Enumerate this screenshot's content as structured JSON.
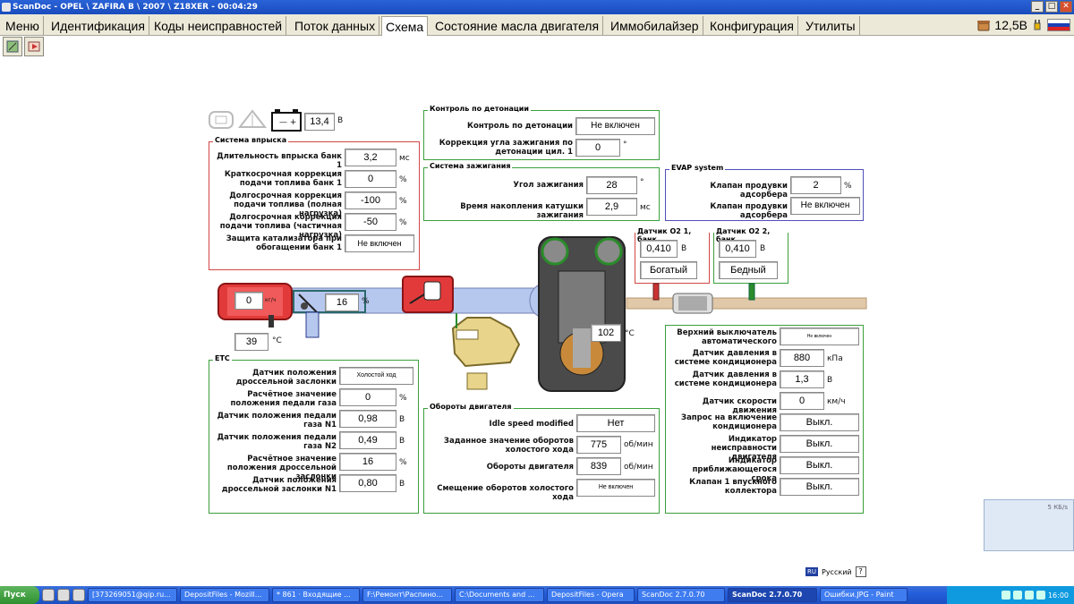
{
  "window": {
    "title": "ScanDoc - OPEL \\ ZAFIRA B \\ 2007 \\ Z18XER - 00:04:29"
  },
  "menu": {
    "tabs": [
      "Меню",
      "Идентификация",
      "Коды неисправностей",
      "Поток данных",
      "Схема",
      "Состояние масла двигателя",
      "Иммобилайзер",
      "Конфигурация",
      "Утилиты"
    ],
    "active_tab": "Схема"
  },
  "status": {
    "voltage": "12,5В"
  },
  "top": {
    "battery_voltage": "13,4",
    "battery_unit": "В"
  },
  "injection": {
    "title": "Система впрыска",
    "rows": [
      {
        "label": "Длительность впрыска банк 1",
        "value": "3,2",
        "unit": "мс"
      },
      {
        "label": "Краткосрочная коррекция подачи топлива банк 1",
        "value": "0",
        "unit": "%"
      },
      {
        "label": "Долгосрочная коррекция подачи топлива (полная нагрузка)",
        "value": "-100",
        "unit": "%"
      },
      {
        "label": "Долгосрочная коррекция подачи топлива (частичная нагрузка)",
        "value": "-50",
        "unit": "%"
      },
      {
        "label": "Защита катализатора при обогащении банк 1",
        "value": "Не включен",
        "unit": ""
      }
    ]
  },
  "knock": {
    "title": "Контроль по детонации",
    "rows": [
      {
        "label": "Контроль по детонации",
        "value": "Не включен",
        "unit": ""
      },
      {
        "label": "Коррекция угла зажигания по детонации цил. 1",
        "value": "0",
        "unit": "°"
      }
    ]
  },
  "ignition": {
    "title": "Система зажигания",
    "rows": [
      {
        "label": "Угол зажигания",
        "value": "28",
        "unit": "°"
      },
      {
        "label": "Время накопления катушки зажигания",
        "value": "2,9",
        "unit": "мс"
      }
    ]
  },
  "evap": {
    "title": "EVAP system",
    "rows": [
      {
        "label": "Клапан продувки адсорбера",
        "value": "2",
        "unit": "%"
      },
      {
        "label": "Клапан продувки адсорбера",
        "value": "Не включен",
        "unit": ""
      }
    ]
  },
  "o2_1": {
    "title": "Датчик O2 1, банк",
    "value": "0,410",
    "unit": "В",
    "status": "Богатый"
  },
  "o2_2": {
    "title": "Датчик O2 2, банк",
    "value": "0,410",
    "unit": "В",
    "status": "Бедный"
  },
  "airflow": {
    "value": "0",
    "unit": "кг/ч"
  },
  "intake_temp": {
    "value": "39",
    "unit": "°С"
  },
  "throttle": {
    "value": "16",
    "unit": "%"
  },
  "coolant": {
    "value": "102",
    "unit": "°С"
  },
  "etc": {
    "title": "ETC",
    "rows": [
      {
        "label": "Датчик положения дроссельной заслонки",
        "value": "Холостой ход",
        "unit": ""
      },
      {
        "label": "Расчётное значение положения педали газа",
        "value": "0",
        "unit": "%"
      },
      {
        "label": "Датчик положения педали газа N1",
        "value": "0,98",
        "unit": "В"
      },
      {
        "label": "Датчик положения педали газа N2",
        "value": "0,49",
        "unit": "В"
      },
      {
        "label": "Расчётное значение положения дроссельной заслонки",
        "value": "16",
        "unit": "%"
      },
      {
        "label": "Датчик положения дроссельной заслонки N1",
        "value": "0,80",
        "unit": "В"
      }
    ]
  },
  "rpm": {
    "title": "Обороты двигателя",
    "rows": [
      {
        "label": "Idle speed modified",
        "value": "Нет",
        "unit": ""
      },
      {
        "label": "Заданное значение оборотов холостого хода",
        "value": "775",
        "unit": "об/мин"
      },
      {
        "label": "Обороты двигателя",
        "value": "839",
        "unit": "об/мин"
      },
      {
        "label": "Смещение оборотов холостого хода",
        "value": "Не включен",
        "unit": ""
      }
    ]
  },
  "right": {
    "rows": [
      {
        "label": "Верхний выключатель автоматического",
        "value": "Не включен",
        "unit": ""
      },
      {
        "label": "Датчик давления в системе кондиционера",
        "value": "880",
        "unit": "кПа"
      },
      {
        "label": "Датчик давления в системе кондиционера",
        "value": "1,3",
        "unit": "В"
      },
      {
        "label": "Датчик скорости движения",
        "value": "0",
        "unit": "км/ч"
      },
      {
        "label": "Запрос на включение кондиционера",
        "value": "Выкл.",
        "unit": ""
      },
      {
        "label": "Индикатор неисправности двигателя",
        "value": "Выкл.",
        "unit": ""
      },
      {
        "label": "Индикатор приближающегося срока",
        "value": "Выкл.",
        "unit": ""
      },
      {
        "label": "Клапан 1 впускного коллектора",
        "value": "Выкл.",
        "unit": ""
      }
    ]
  },
  "mini_graph": {
    "label": "5 КБ/s"
  },
  "lang": {
    "code": "RU",
    "name": "Русский",
    "help": "?"
  },
  "taskbar": {
    "start": "Пуск",
    "tasks": [
      {
        "label": "[373269051@qip.ru...",
        "active": false
      },
      {
        "label": "DepositFiles - Mozill...",
        "active": false
      },
      {
        "label": "* 861 · Входящие ...",
        "active": false
      },
      {
        "label": "F:\\Ремонт\\Распино...",
        "active": false
      },
      {
        "label": "C:\\Documents and ...",
        "active": false
      },
      {
        "label": "DepositFiles - Opera",
        "active": false
      },
      {
        "label": "ScanDoc 2.7.0.70",
        "active": false
      },
      {
        "label": "ScanDoc 2.7.0.70",
        "active": true
      },
      {
        "label": "Ошибки.JPG - Paint",
        "active": false
      }
    ],
    "clock": "16:00"
  },
  "colors": {
    "title_bar": "#1a4cbd",
    "panel_red": "#d24747",
    "panel_green": "#3b9f3b",
    "panel_blue": "#5050b8",
    "pipe_blue": "#b7c8ef",
    "exhaust_pipe": "#e0c8a8"
  }
}
